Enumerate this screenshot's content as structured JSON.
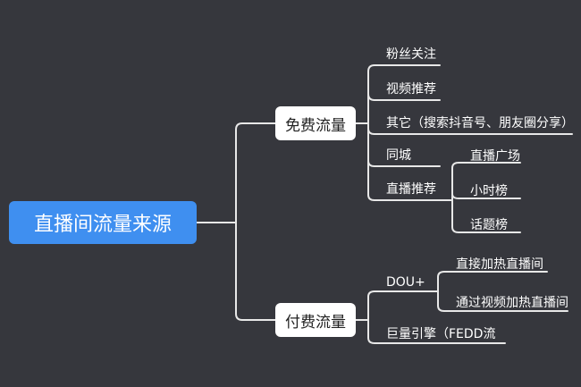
{
  "root": {
    "label": "直播间流量来源"
  },
  "free": {
    "label": "免费流量",
    "items": [
      "粉丝关注",
      "视频推荐",
      "其它（搜索抖音号、朋友圈分享）",
      "同城",
      "直播推荐"
    ],
    "live_recommend_children": [
      "直播广场",
      "小时榜",
      "话题榜"
    ]
  },
  "paid": {
    "label": "付费流量",
    "items": [
      "DOU+",
      "巨量引擎（FEDD流"
    ],
    "dou_children": [
      "直接加热直播间",
      "通过视频加热直播间"
    ]
  },
  "colors": {
    "background": "#36373d",
    "root": "#3f8ff0",
    "category": "#ffffff",
    "line": "#e8e8e8"
  }
}
